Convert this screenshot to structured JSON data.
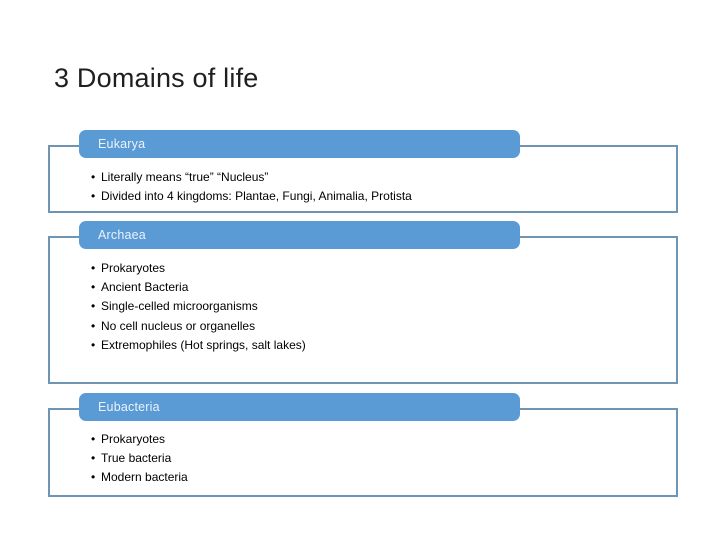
{
  "slide": {
    "title": "3 Domains of life"
  },
  "colors": {
    "background": "#ffffff",
    "header_fill": "#5b9bd5",
    "header_text": "#eaf2fa",
    "box_border": "#7095b3",
    "title_text": "#1f1f1f",
    "body_text": "#000000"
  },
  "bullet_glyph": "•",
  "sections": [
    {
      "title": "Eukarya",
      "bullets": [
        "Literally means “true” “Nucleus”",
        "Divided into 4 kingdoms: Plantae, Fungi, Animalia, Protista"
      ]
    },
    {
      "title": "Archaea",
      "bullets": [
        "Prokaryotes",
        "Ancient Bacteria",
        "Single-celled microorganisms",
        "No cell nucleus or organelles",
        "Extremophiles (Hot springs, salt lakes)"
      ]
    },
    {
      "title": "Eubacteria",
      "bullets": [
        "Prokaryotes",
        "True bacteria",
        "Modern bacteria"
      ]
    }
  ]
}
